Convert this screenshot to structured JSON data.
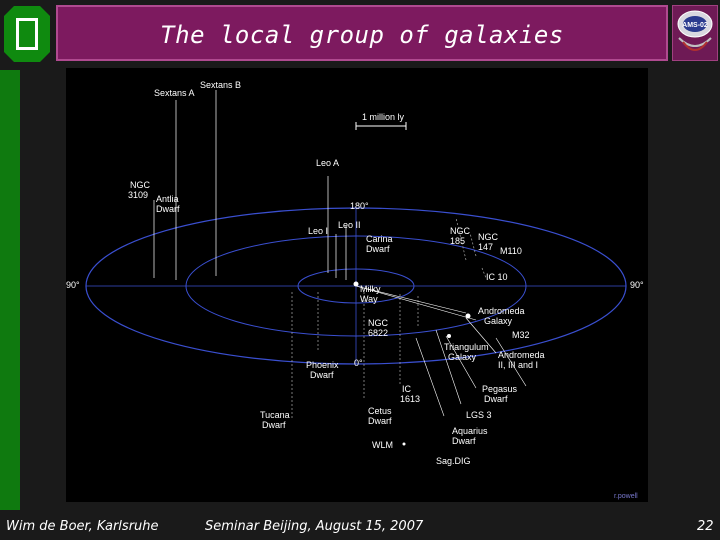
{
  "slide": {
    "title": "The local group of galaxies",
    "footer_left": "Wim de Boer, Karlsruhe",
    "footer_center": "Seminar Beijing, August 15, 2007",
    "page_number": "22",
    "badge_text": "AMS-02",
    "accent_color": "#7d1a5f",
    "bar_color": "#0f7a0f"
  },
  "map": {
    "scale": "1 million ly",
    "credit": "r.powell",
    "angle_top": "180°",
    "angle_bottom": "0°",
    "angle_left": "90°",
    "angle_right": "90°",
    "galaxies": {
      "sextans_a": "Sextans A",
      "sextans_b": "Sextans B",
      "leo_a": "Leo A",
      "ngc_3109": [
        "NGC",
        "3109"
      ],
      "antlia": [
        "Antlia",
        "Dwarf"
      ],
      "leo_i": "Leo I",
      "leo_ii": "Leo II",
      "carina": [
        "Carina",
        "Dwarf"
      ],
      "ngc_185": [
        "NGC",
        "185"
      ],
      "ngc_147": [
        "NGC",
        "147"
      ],
      "m110": "M110",
      "ic_10": "IC 10",
      "milky_way": [
        "Milky",
        "Way"
      ],
      "andromeda": [
        "Andromeda",
        "Galaxy"
      ],
      "m32": "M32",
      "ngc_6822": [
        "NGC",
        "6822"
      ],
      "triangulum": [
        "Triangulum",
        "Galaxy"
      ],
      "andromeda_dwarfs": [
        "Andromeda",
        "II, III and I"
      ],
      "phoenix": [
        "Phoenix",
        "Dwarf"
      ],
      "ic_1613": [
        "IC",
        "1613"
      ],
      "pegasus": [
        "Pegasus",
        "Dwarf"
      ],
      "tucana": [
        "Tucana",
        "Dwarf"
      ],
      "cetus": [
        "Cetus",
        "Dwarf"
      ],
      "lgs_3": "LGS 3",
      "aquarius": [
        "Aquarius",
        "Dwarf"
      ],
      "wlm": "WLM",
      "sagdig": "Sag.DIG"
    }
  }
}
